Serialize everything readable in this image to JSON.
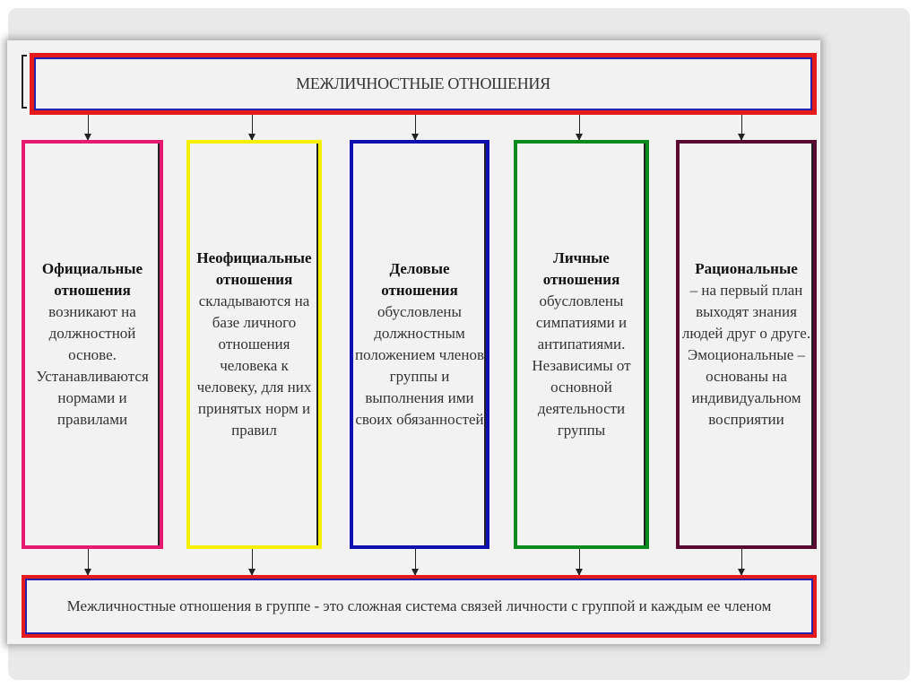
{
  "title": "МЕЖЛИЧНОСТНЫЕ ОТНОШЕНИЯ",
  "columns": [
    {
      "heading": "Официальные отношения",
      "text": "возникают на должностной основе. Устанавливаются нормами и правилами",
      "color": "#e8196e"
    },
    {
      "heading": "Неофициальные отношения",
      "text": "складываются на базе личного отношения человека к человеку, для них принятых норм и правил",
      "color": "#f5f000"
    },
    {
      "heading": "Деловые отношения",
      "text": "обусловлены должностным положением членов группы и выполнения ими своих обязанностей",
      "color": "#1010b0"
    },
    {
      "heading": "Личные отношения",
      "text": "обусловлены симпатиями и антипатиями. Независимы от основной деятельности группы",
      "color": "#0a8a1a"
    },
    {
      "heading": "Рациональные",
      "text": "– на первый план выходят знания людей друг о друге. Эмоциональные – основаны на индивидуальном восприятии",
      "color": "#5a0a30"
    }
  ],
  "summary": "Межличностные отношения в группе - это сложная система связей личности с группой и каждым ее членом"
}
